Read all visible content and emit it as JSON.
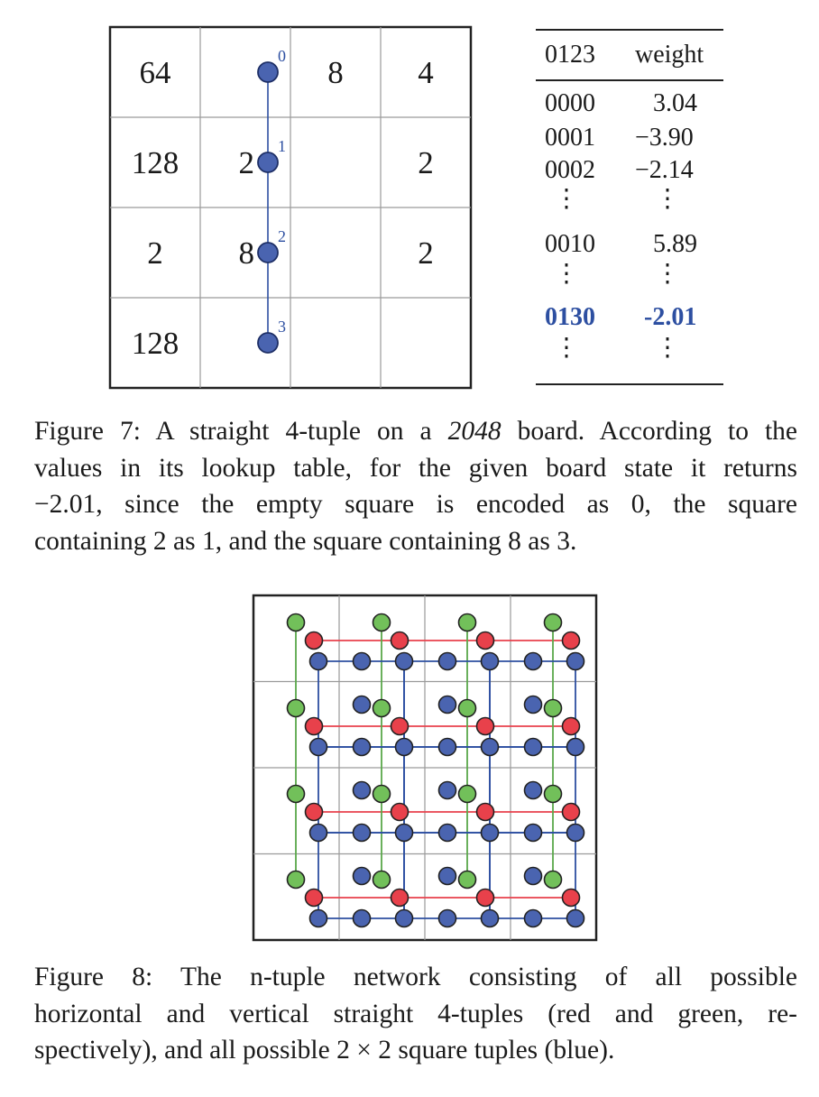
{
  "figure7": {
    "board": [
      [
        "64",
        "",
        "8",
        "4"
      ],
      [
        "128",
        "2",
        "",
        "2"
      ],
      [
        "2",
        "8",
        "",
        "2"
      ],
      [
        "128",
        "",
        "",
        ""
      ]
    ],
    "tuple_labels": [
      "0",
      "1",
      "2",
      "3"
    ],
    "table": {
      "headers": [
        "0123",
        "weight"
      ],
      "rows": [
        {
          "key": "0000",
          "weight": "3.04"
        },
        {
          "key": "0001",
          "weight": "−3.90"
        },
        {
          "key": "0002",
          "weight": "−2.14"
        },
        {
          "key": "0010",
          "weight": "5.89"
        },
        {
          "key": "0130",
          "weight": "-2.01",
          "highlight": true
        }
      ],
      "ellipsis": "⋮"
    },
    "caption_lines": [
      [
        "Figure 7: A straight 4-tuple on a ",
        "2048",
        " board. According to the"
      ],
      [
        "values in its lookup table, for the given board state it returns",
        "",
        ""
      ],
      [
        "−2.01, since the empty square is encoded as 0, the square",
        "",
        ""
      ],
      [
        "containing 2 as 1, and the square containing 8 as 3.",
        "",
        ""
      ]
    ]
  },
  "figure8": {
    "caption_lines": [
      "Figure 8: The n-tuple network consisting of all possible",
      "horizontal and vertical straight 4-tuples (red and green, re-",
      "spectively), and all possible 2 × 2 square tuples (blue)."
    ]
  },
  "colors": {
    "blue_node": "#4a64b0",
    "blue_line": "#2d4fa1",
    "red_node": "#e8414b",
    "green_node": "#72c05a",
    "highlight_text": "#2d4fa1"
  }
}
